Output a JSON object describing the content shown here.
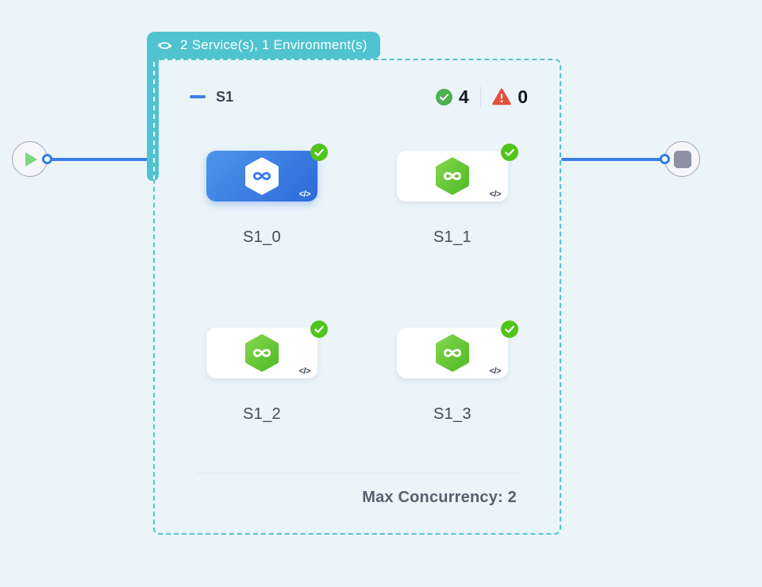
{
  "badge": {
    "label": "2 Service(s), 1 Environment(s)",
    "icon": "cycle-icon"
  },
  "stage": {
    "name": "S1",
    "success_count": "4",
    "failure_count": "0",
    "max_concurrency_label": "Max Concurrency: 2",
    "code_glyph": "</>",
    "services": [
      {
        "name": "S1_0",
        "status": "success",
        "selected": true
      },
      {
        "name": "S1_1",
        "status": "success",
        "selected": false
      },
      {
        "name": "S1_2",
        "status": "success",
        "selected": false
      },
      {
        "name": "S1_3",
        "status": "success",
        "selected": false
      }
    ]
  },
  "flow": {
    "start_node": "play",
    "end_node": "stop"
  },
  "colors": {
    "teal": "#4FC3CF",
    "accent_blue": "#3D7FE8",
    "card_blue_gradient": [
      "#4E95EC",
      "#2D6AD8"
    ],
    "service_green_gradient": [
      "#84D44E",
      "#4FBC25"
    ],
    "success_badge_green": "#52C41A",
    "summary_check_green": "#4CAF50",
    "error_red": "#E2503F",
    "background": "#EBF5F9"
  }
}
